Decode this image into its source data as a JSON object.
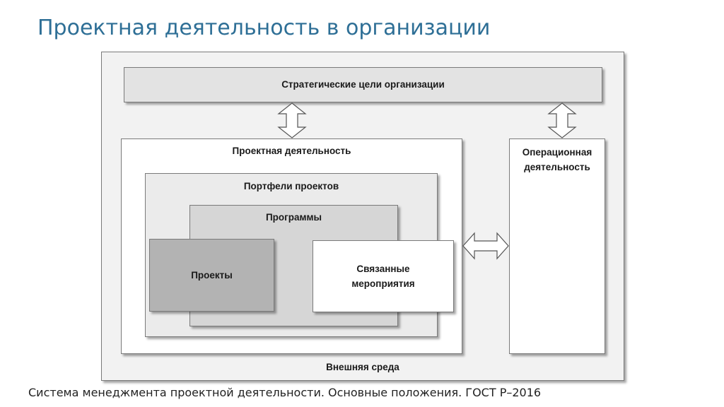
{
  "title": "Проектная деятельность в организации",
  "diagram": {
    "strategic_goals": "Стратегические цели организации",
    "project_activity": "Проектная деятельность",
    "operational_activity_line1": "Операционная",
    "operational_activity_line2": "деятельность",
    "project_portfolios": "Портфели проектов",
    "programs": "Программы",
    "projects": "Проекты",
    "related_line1": "Связанные",
    "related_line2": "мероприятия",
    "external_environment": "Внешняя среда"
  },
  "caption": "Система менеджмента проектной деятельности. Основные положения. ГОСТ Р–2016",
  "colors": {
    "title": "#2e6f96",
    "outer_fill": "#f2f2f2",
    "strategic_fill": "#e3e3e3",
    "portfolio_fill": "#ebebeb",
    "programs_fill": "#d6d6d6",
    "projects_fill": "#b3b3b3"
  }
}
